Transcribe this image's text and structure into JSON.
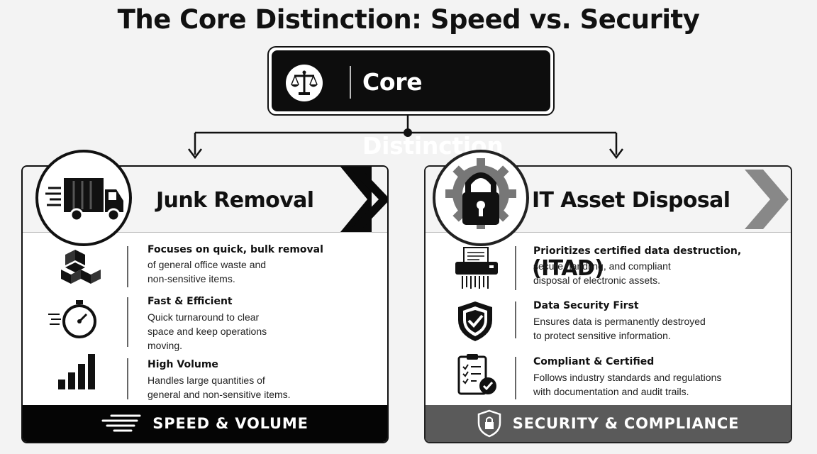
{
  "title": "The Core Distinction: Speed vs. Security",
  "core": {
    "label": "Core Distinction",
    "icon": "balance-scale-icon"
  },
  "left": {
    "title": "Junk Removal",
    "icon": "truck-icon",
    "items": [
      {
        "icon": "boxes-icon",
        "heading": "Focuses on quick, bulk removal",
        "lines": [
          "of general office waste and",
          "non-sensitive items."
        ]
      },
      {
        "icon": "stopwatch-icon",
        "heading": "Fast & Efficient",
        "lines": [
          "Quick turnaround to clear",
          "space and keep operations",
          "moving."
        ]
      },
      {
        "icon": "bar-chart-icon",
        "heading": "High Volume",
        "lines": [
          "Handles large quantities of",
          "general and non-sensitive items."
        ]
      }
    ],
    "footer": "SPEED & VOLUME",
    "footer_icon": "speed-lines-icon"
  },
  "right": {
    "title": "IT Asset Disposal (ITAD)",
    "icon": "gear-padlock-icon",
    "items": [
      {
        "icon": "shredder-icon",
        "heading": "Prioritizes certified data destruction,",
        "lines": [
          "secure handling, and compliant",
          "disposal of electronic assets."
        ]
      },
      {
        "icon": "shield-check-icon",
        "heading": "Data Security First",
        "lines": [
          "Ensures data is permanently destroyed",
          "to protect sensitive information."
        ]
      },
      {
        "icon": "clipboard-check-icon",
        "heading": "Compliant & Certified",
        "lines": [
          "Follows industry standards and regulations",
          "with documentation and audit trails."
        ]
      }
    ],
    "footer": "SECURITY & COMPLIANCE",
    "footer_icon": "shield-lock-icon"
  }
}
